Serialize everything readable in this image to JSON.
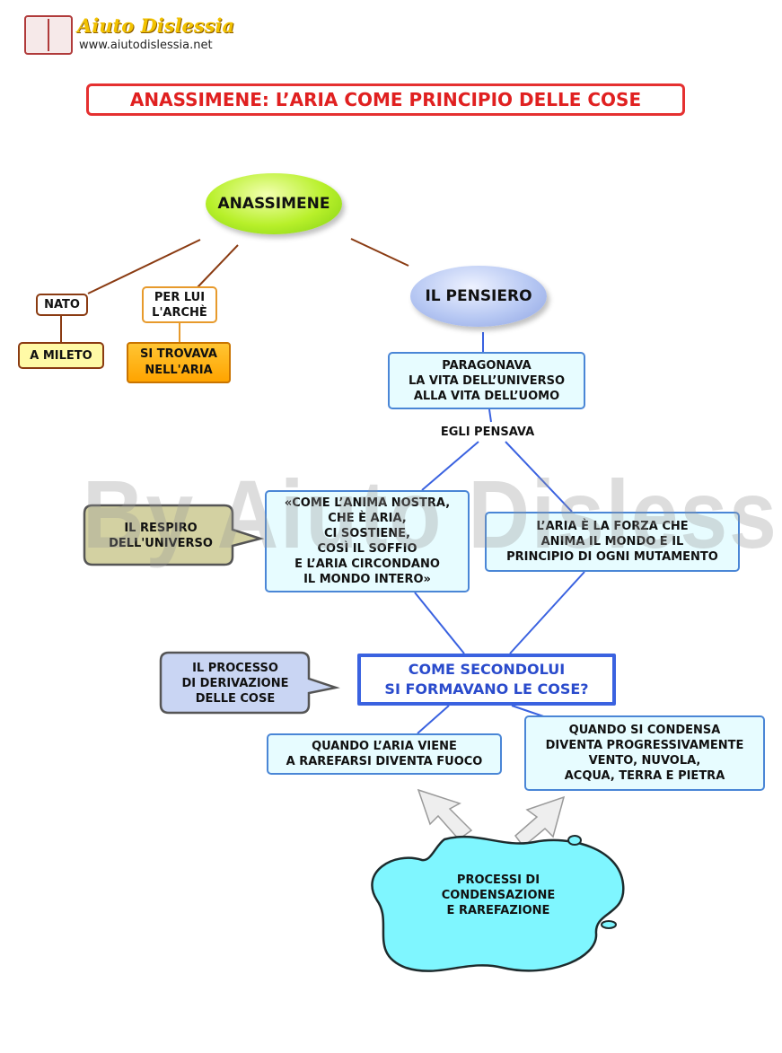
{
  "logo": {
    "name": "Aiuto Dislessia",
    "url": "www.aiutodislessia.net"
  },
  "title": "ANASSIMENE: L’ARIA COME PRINCIPIO DELLE COSE",
  "watermark": "By Aiuto Dislessia.net",
  "nodes": {
    "anassimene": "ANASSIMENE",
    "nato": "NATO",
    "a_mileto": "A MILETO",
    "per_lui_arche": "PER LUI\nL'ARCHÈ",
    "si_trovava_aria": "SI TROVAVA\nNELL'ARIA",
    "il_pensiero": "IL PENSIERO",
    "paragonava": "PARAGONAVA\nLA VITA DELL’UNIVERSO\nALLA VITA DELL’UOMO",
    "egli_pensava": "EGLI PENSAVA",
    "citazione": "«COME L’ANIMA NOSTRA,\nCHE È ARIA,\nCI SOSTIENE,\nCOSÌ IL SOFFIO\nE L’ARIA CIRCONDANO\nIL MONDO INTERO»",
    "respiro_universo": "IL RESPIRO\nDELL'UNIVERSO",
    "aria_forza": "L’ARIA È LA FORZA CHE\nANIMA IL MONDO E IL\nPRINCIPIO DI OGNI MUTAMENTO",
    "come_si_formavano": "COME SECONDOLUI\nSI FORMAVANO LE COSE?",
    "processo_derivazione": "IL PROCESSO\nDI DERIVAZIONE\nDELLE COSE",
    "rarefarsi_fuoco": "QUANDO L’ARIA VIENE\nA RAREFARSI DIVENTA FUOCO",
    "condensa": "QUANDO SI CONDENSA\nDIVENTA PROGRESSIVAMENTE\nVENTO, NUVOLA,\nACQUA, TERRA E PIETRA",
    "processi": "PROCESSI DI\nCONDENSAZIONE\nE RAREFAZIONE"
  },
  "colors": {
    "title_red": "#e02020",
    "connector_brown": "#8a3b12",
    "connector_blue": "#3a62e0",
    "cloud_cyan": "#7ff6ff"
  }
}
